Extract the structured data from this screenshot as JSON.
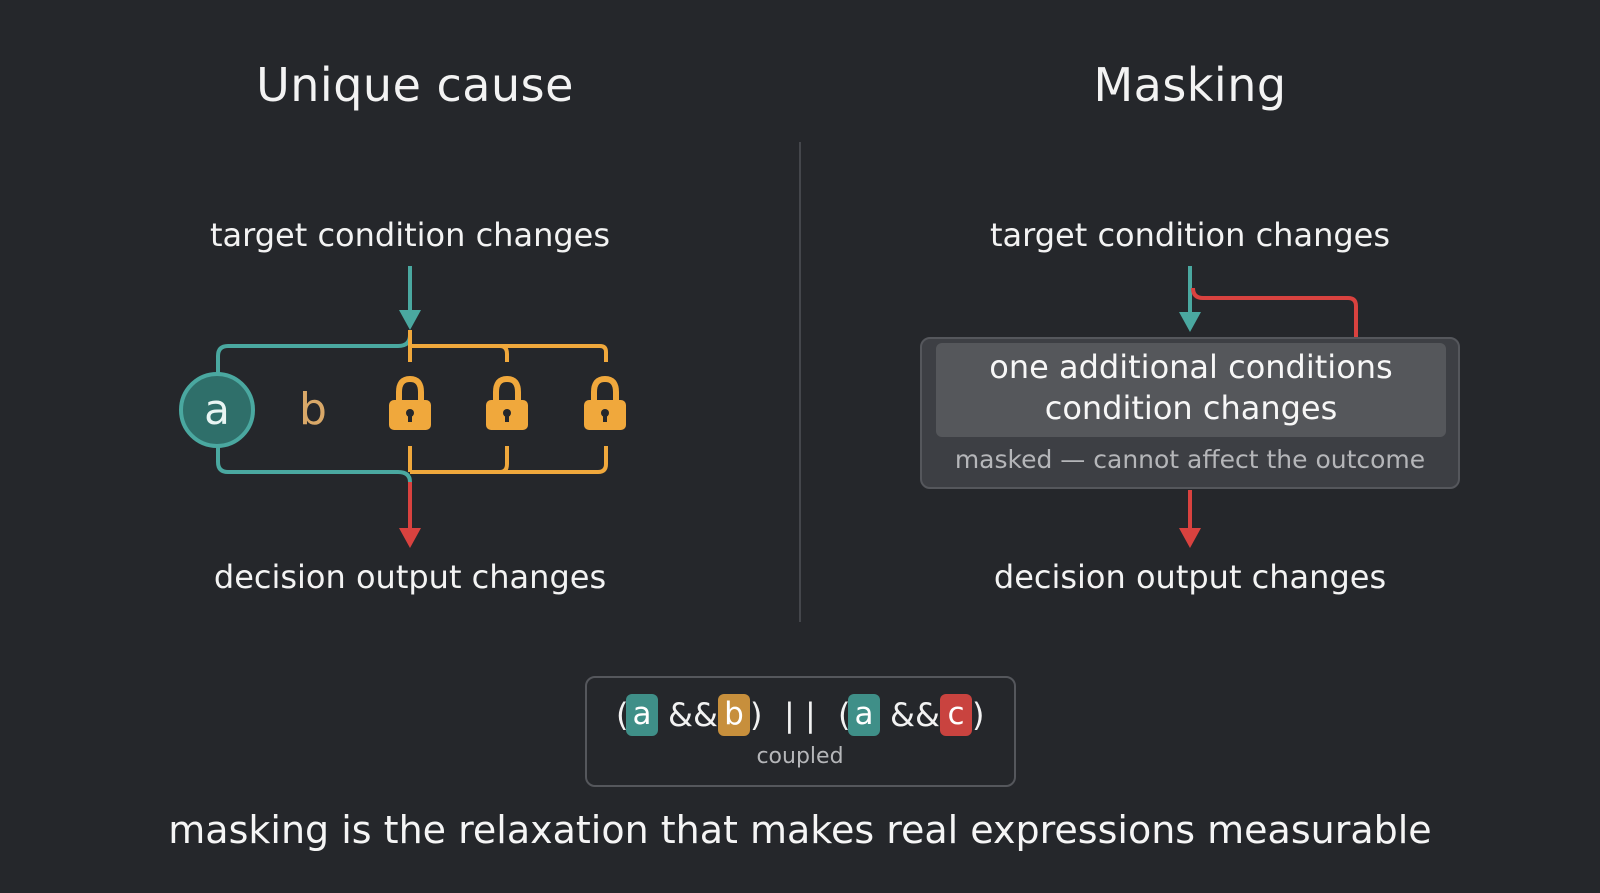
{
  "left": {
    "title": "Unique cause",
    "top_label": "target condition changes",
    "bottom_label": "decision output changes",
    "nodes": [
      "a",
      "b"
    ]
  },
  "right": {
    "title": "Masking",
    "top_label": "target condition changes",
    "box_main": "one additional conditions condition changes",
    "box_sub": "masked — cannot affect the outcome",
    "bottom_label": "decision output changes"
  },
  "expression": {
    "open1": "(",
    "a1": "a",
    "and1": "&&",
    "b": "b",
    "close1": ")",
    "or": "| |",
    "open2": "(",
    "a2": "a",
    "and2": "&&",
    "c": "c",
    "close2": ")",
    "coupled": "coupled"
  },
  "caption": "masking is the relaxation that makes real expressions measurable",
  "colors": {
    "background": "#25272b",
    "teal": "#4aa8a0",
    "orange": "#f0a83c",
    "red": "#d9423f",
    "b_chip": "#c78f3c",
    "c_chip": "#c9433f",
    "a_chip": "#3f8f88"
  }
}
